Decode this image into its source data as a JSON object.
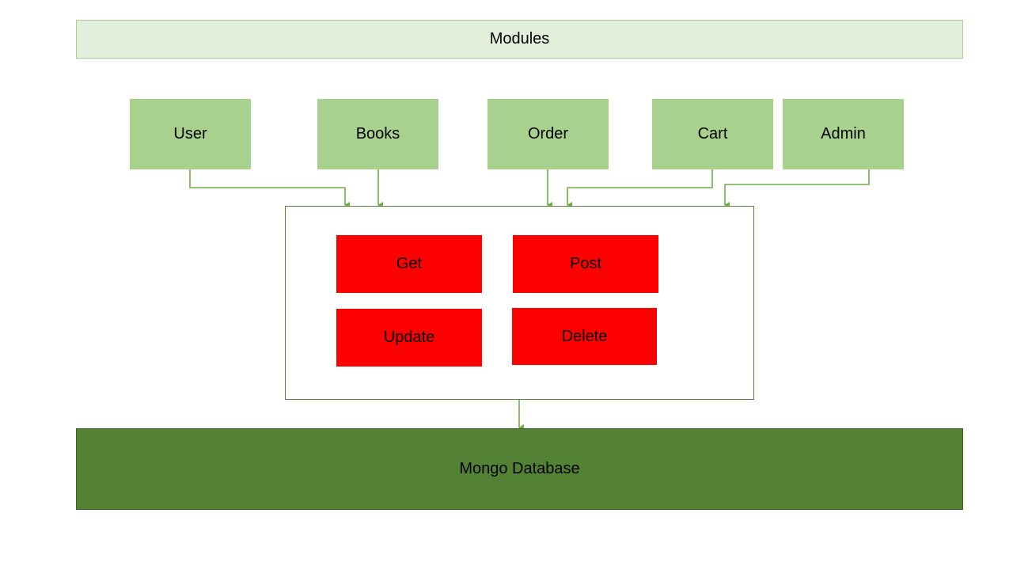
{
  "header": {
    "label": "Modules"
  },
  "modules": [
    {
      "label": "User"
    },
    {
      "label": "Books"
    },
    {
      "label": "Order"
    },
    {
      "label": "Cart"
    },
    {
      "label": "Admin"
    }
  ],
  "methods": [
    {
      "label": "Get"
    },
    {
      "label": "Post"
    },
    {
      "label": "Update"
    },
    {
      "label": "Delete"
    }
  ],
  "database": {
    "label": "Mongo Database"
  },
  "colors": {
    "banner_fill": "#e2efda",
    "module_fill": "#a9d18e",
    "method_fill": "#ff0000",
    "database_fill": "#548235",
    "connector": "#70ad47"
  }
}
